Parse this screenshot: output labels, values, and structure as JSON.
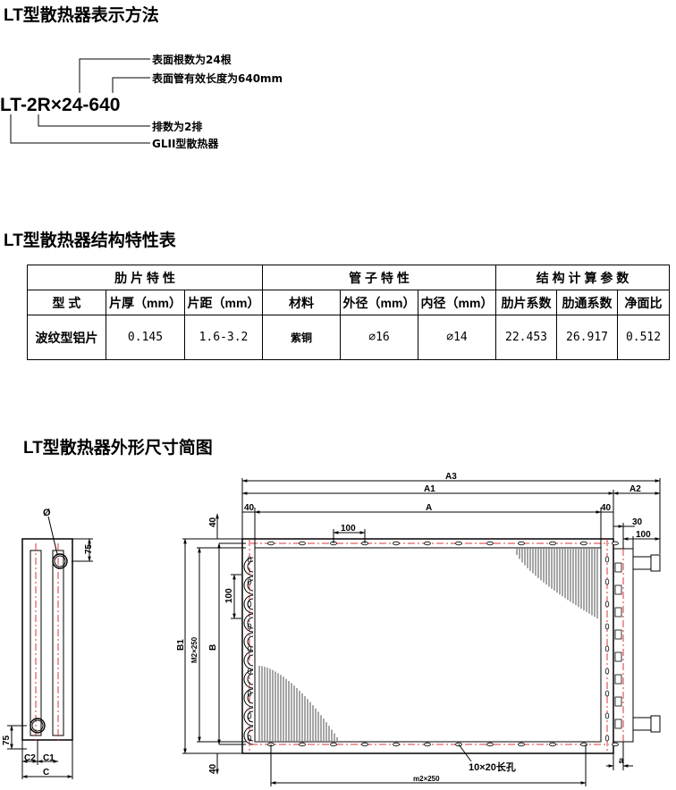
{
  "section1": {
    "title": "LT型散热器表示方法",
    "code": "LT-2R×24-640",
    "notes": [
      "表面根数为24根",
      "表面管有效长度为640mm",
      "排数为2排",
      "GLII型散热器"
    ]
  },
  "section2": {
    "title": "LT型散热器结构特性表",
    "groups": [
      "肋 片 特 性",
      "管 子 特 性",
      "结 构 计 算 参 数"
    ],
    "columns": [
      "型  式",
      "片厚（mm）",
      "片距（mm）",
      "材料",
      "外径（mm）",
      "内径（mm）",
      "肋片系数",
      "肋通系数",
      "净面比"
    ],
    "row": [
      "波纹型铝片",
      "0.145",
      "1.6-3.2",
      "紫铜",
      "⌀16",
      "⌀14",
      "22.453",
      "26.917",
      "0.512"
    ]
  },
  "section3": {
    "title": "LT型散热器外形尺寸简图",
    "labels": {
      "A3": "A3",
      "A1": "A1",
      "A2": "A2",
      "A": "A",
      "d40": "40",
      "d30": "30",
      "d100": "100",
      "B1": "B1",
      "M2x250": "M2×250",
      "B": "B",
      "m2x250": "m2×250",
      "hole": "10×20长孔",
      "a": "a",
      "phi": "Ø",
      "d75": "75",
      "C": "C",
      "C1": "C1",
      "C2": "C2"
    }
  }
}
